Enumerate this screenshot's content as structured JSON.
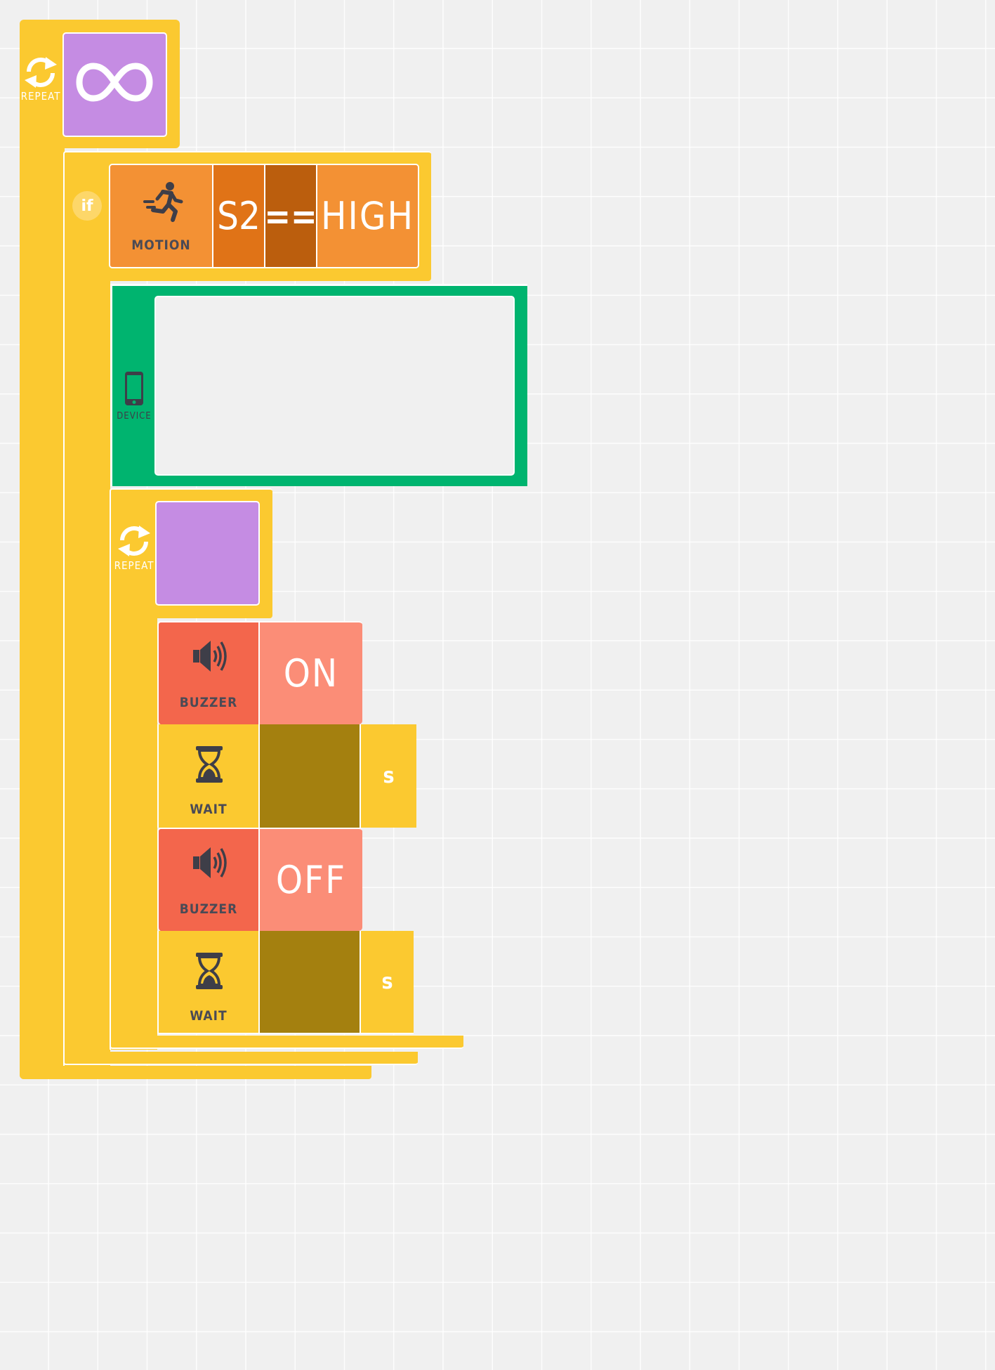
{
  "canvas": {
    "background": "#f0f0f0",
    "grid_color": "#ffffff"
  },
  "blocks": {
    "outer_repeat": {
      "label": "REPEAT",
      "icon": "repeat-icon",
      "value_icon": "infinity-icon",
      "value_color": "#c58ce3",
      "color": "#fbc930"
    },
    "if_block": {
      "badge": "if",
      "color": "#fbc930",
      "condition": {
        "sensor_label": "MOTION",
        "sensor_icon": "running-person-icon",
        "port": "S2",
        "operator": "==",
        "value": "HIGH",
        "colors": {
          "sensor": "#f39134",
          "port": "#e07317",
          "operator": "#bb5e0d",
          "value": "#f39134"
        }
      }
    },
    "device_block": {
      "label": "DEVICE",
      "icon": "phone-icon",
      "color": "#00b46f"
    },
    "inner_repeat": {
      "label": "REPEAT",
      "icon": "repeat-icon",
      "value": "",
      "value_color": "#c58ce3"
    },
    "steps": [
      {
        "type": "buzzer",
        "label": "BUZZER",
        "icon": "speaker-icon",
        "value": "ON",
        "color": "#f3664c",
        "value_color": "#fb8d77"
      },
      {
        "type": "wait",
        "label": "WAIT",
        "icon": "hourglass-icon",
        "value": "",
        "unit": "s",
        "color": "#fbc930",
        "value_color": "#a4800f"
      },
      {
        "type": "buzzer",
        "label": "BUZZER",
        "icon": "speaker-icon",
        "value": "OFF",
        "color": "#f3664c",
        "value_color": "#fb8d77"
      },
      {
        "type": "wait",
        "label": "WAIT",
        "icon": "hourglass-icon",
        "value": "",
        "unit": "s",
        "color": "#fbc930",
        "value_color": "#a4800f"
      }
    ]
  }
}
